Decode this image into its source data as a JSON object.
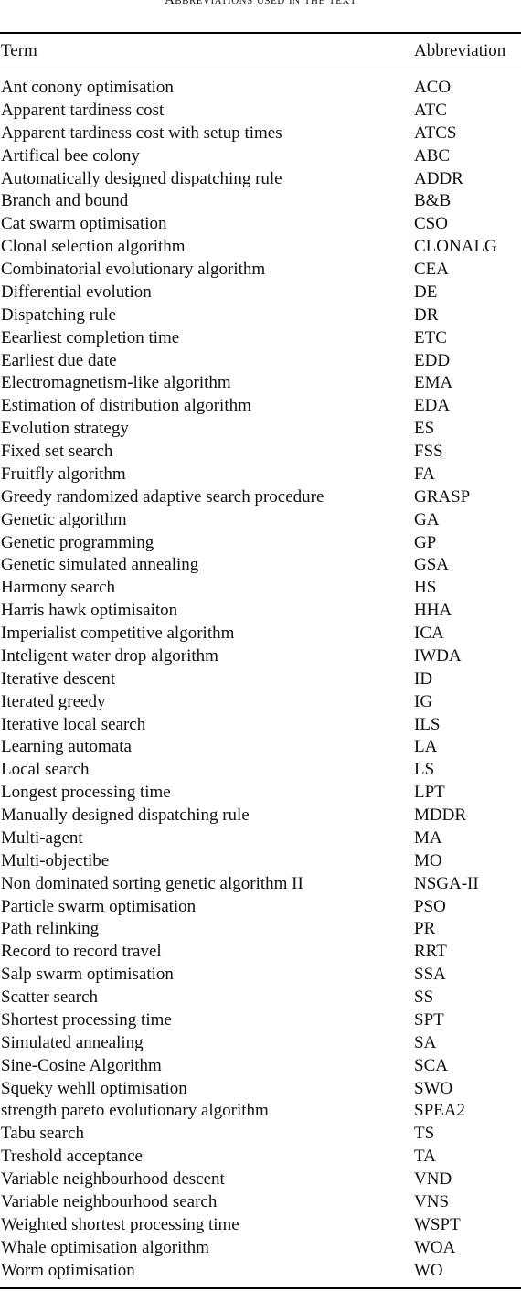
{
  "caption": "Abbreviations used in the text",
  "headers": {
    "term": "Term",
    "abbreviation": "Abbreviation"
  },
  "rows": [
    {
      "term": "Ant conony optimisation",
      "abbr": "ACO"
    },
    {
      "term": "Apparent tardiness cost",
      "abbr": "ATC"
    },
    {
      "term": "Apparent tardiness cost with setup times",
      "abbr": "ATCS"
    },
    {
      "term": "Artifical bee colony",
      "abbr": "ABC"
    },
    {
      "term": "Automatically designed dispatching rule",
      "abbr": "ADDR"
    },
    {
      "term": "Branch and bound",
      "abbr": "B&B"
    },
    {
      "term": "Cat swarm optimisation",
      "abbr": "CSO"
    },
    {
      "term": "Clonal selection algorithm",
      "abbr": "CLONALG"
    },
    {
      "term": "Combinatorial evolutionary algorithm",
      "abbr": "CEA"
    },
    {
      "term": "Differential evolution",
      "abbr": "DE"
    },
    {
      "term": "Dispatching rule",
      "abbr": "DR"
    },
    {
      "term": "Eearliest completion time",
      "abbr": "ETC"
    },
    {
      "term": "Earliest due date",
      "abbr": "EDD"
    },
    {
      "term": "Electromagnetism-like algorithm",
      "abbr": "EMA"
    },
    {
      "term": "Estimation of distribution algorithm",
      "abbr": "EDA"
    },
    {
      "term": "Evolution strategy",
      "abbr": "ES"
    },
    {
      "term": "Fixed set search",
      "abbr": "FSS"
    },
    {
      "term": "Fruitfly algorithm",
      "abbr": "FA"
    },
    {
      "term": "Greedy randomized adaptive search procedure",
      "abbr": "GRASP"
    },
    {
      "term": "Genetic algorithm",
      "abbr": "GA"
    },
    {
      "term": "Genetic programming",
      "abbr": "GP"
    },
    {
      "term": "Genetic simulated annealing",
      "abbr": "GSA"
    },
    {
      "term": "Harmony search",
      "abbr": "HS"
    },
    {
      "term": "Harris hawk optimisaiton",
      "abbr": "HHA"
    },
    {
      "term": "Imperialist competitive algorithm",
      "abbr": "ICA"
    },
    {
      "term": "Inteligent water drop algorithm",
      "abbr": "IWDA"
    },
    {
      "term": "Iterative descent",
      "abbr": "ID"
    },
    {
      "term": "Iterated greedy",
      "abbr": "IG"
    },
    {
      "term": "Iterative local search",
      "abbr": "ILS"
    },
    {
      "term": "Learning automata",
      "abbr": "LA"
    },
    {
      "term": "Local search",
      "abbr": "LS"
    },
    {
      "term": "Longest processing time",
      "abbr": "LPT"
    },
    {
      "term": "Manually designed dispatching rule",
      "abbr": "MDDR"
    },
    {
      "term": "Multi-agent",
      "abbr": "MA"
    },
    {
      "term": "Multi-objectibe",
      "abbr": "MO"
    },
    {
      "term": "Non dominated sorting genetic algorithm II",
      "abbr": "NSGA-II"
    },
    {
      "term": "Particle swarm optimisation",
      "abbr": "PSO"
    },
    {
      "term": "Path relinking",
      "abbr": "PR"
    },
    {
      "term": "Record to record travel",
      "abbr": "RRT"
    },
    {
      "term": "Salp swarm optimisation",
      "abbr": "SSA"
    },
    {
      "term": "Scatter search",
      "abbr": "SS"
    },
    {
      "term": "Shortest processing time",
      "abbr": "SPT"
    },
    {
      "term": "Simulated annealing",
      "abbr": "SA"
    },
    {
      "term": "Sine-Cosine Algorithm",
      "abbr": "SCA"
    },
    {
      "term": "Squeky wehll optimisation",
      "abbr": "SWO"
    },
    {
      "term": "strength pareto evolutionary algorithm",
      "abbr": "SPEA2"
    },
    {
      "term": "Tabu search",
      "abbr": "TS"
    },
    {
      "term": "Treshold acceptance",
      "abbr": "TA"
    },
    {
      "term": "Variable neighbourhood descent",
      "abbr": "VND"
    },
    {
      "term": "Variable neighbourhood search",
      "abbr": "VNS"
    },
    {
      "term": "Weighted shortest processing time",
      "abbr": "WSPT"
    },
    {
      "term": "Whale optimisation algorithm",
      "abbr": "WOA"
    },
    {
      "term": "Worm optimisation",
      "abbr": "WO"
    }
  ]
}
